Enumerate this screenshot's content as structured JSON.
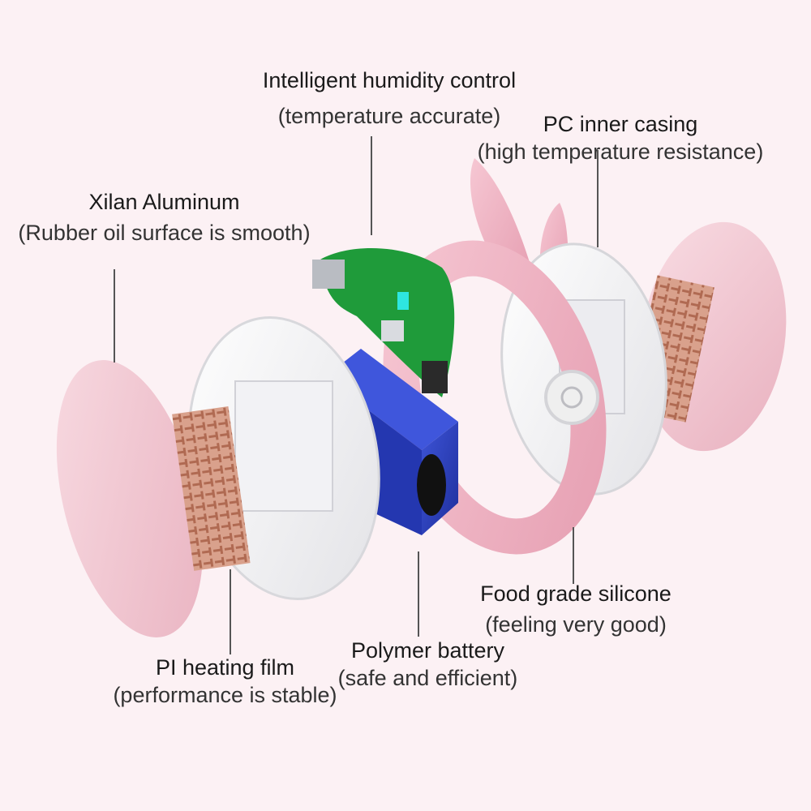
{
  "callouts": {
    "humidity": {
      "title": "Intelligent humidity control",
      "subtitle": "(temperature accurate)"
    },
    "pc_casing": {
      "title": "PC inner casing",
      "subtitle": "(high temperature resistance)"
    },
    "aluminum": {
      "title": "Xilan Aluminum",
      "subtitle": "(Rubber oil surface is smooth)"
    },
    "silicone": {
      "title": "Food grade silicone",
      "subtitle": "(feeling very good)"
    },
    "battery": {
      "title": "Polymer battery",
      "subtitle": "(safe and efficient)"
    },
    "heating_film": {
      "title": "PI heating film",
      "subtitle": "(performance is stable)"
    }
  },
  "colors": {
    "background": "#fcf1f4",
    "shell_pink": "#f2c8d2",
    "silicone_pink": "#f0b6c4",
    "casing_white": "#f7f7f7",
    "battery_blue": "#2a3fc0",
    "pcb_green": "#1f9b3a",
    "heating_copper": "#c8876d"
  }
}
